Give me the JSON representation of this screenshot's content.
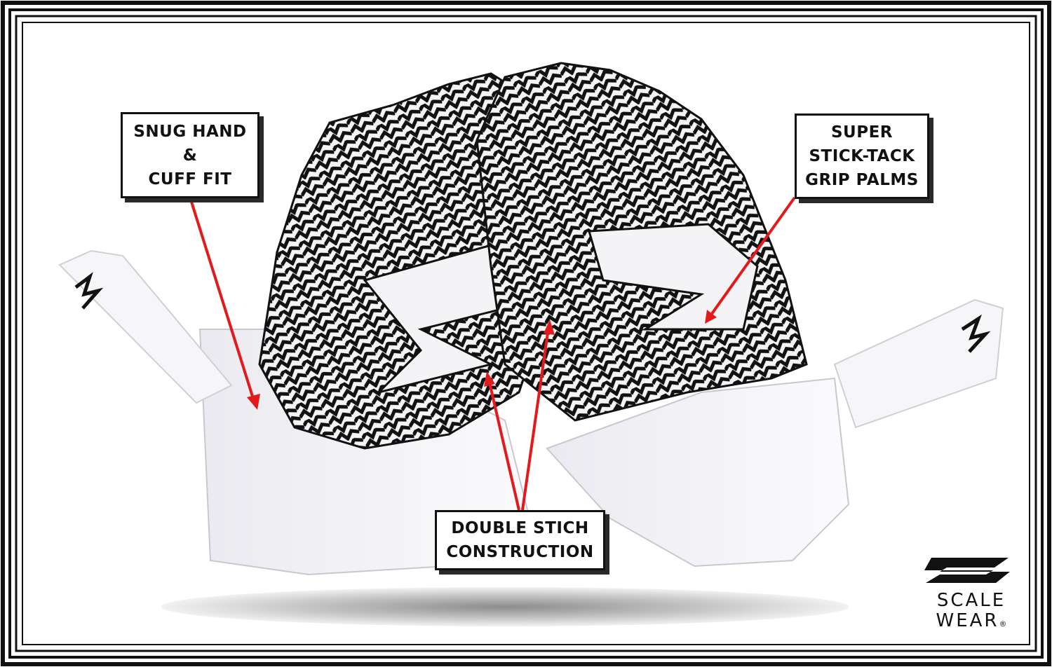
{
  "callouts": {
    "snug": {
      "line1": "SNUG HAND",
      "line2": "&",
      "line3": "CUFF FIT"
    },
    "grip": {
      "line1": "SUPER",
      "line2": "STICK-TACK",
      "line3": "GRIP PALMS"
    },
    "stitch": {
      "line1": "DOUBLE STICH",
      "line2": "CONSTRUCTION"
    }
  },
  "brand": {
    "word1": "SCALE",
    "word2": "WEAR",
    "mark": "®"
  },
  "colors": {
    "frame": "#111111",
    "arrow": "#e3191b",
    "pattern": "#111111",
    "glove_white": "#f4f4f6"
  },
  "icons": {
    "brand_logo": "scale-wear-s-logo",
    "arrows": "red-pointer-arrow"
  }
}
